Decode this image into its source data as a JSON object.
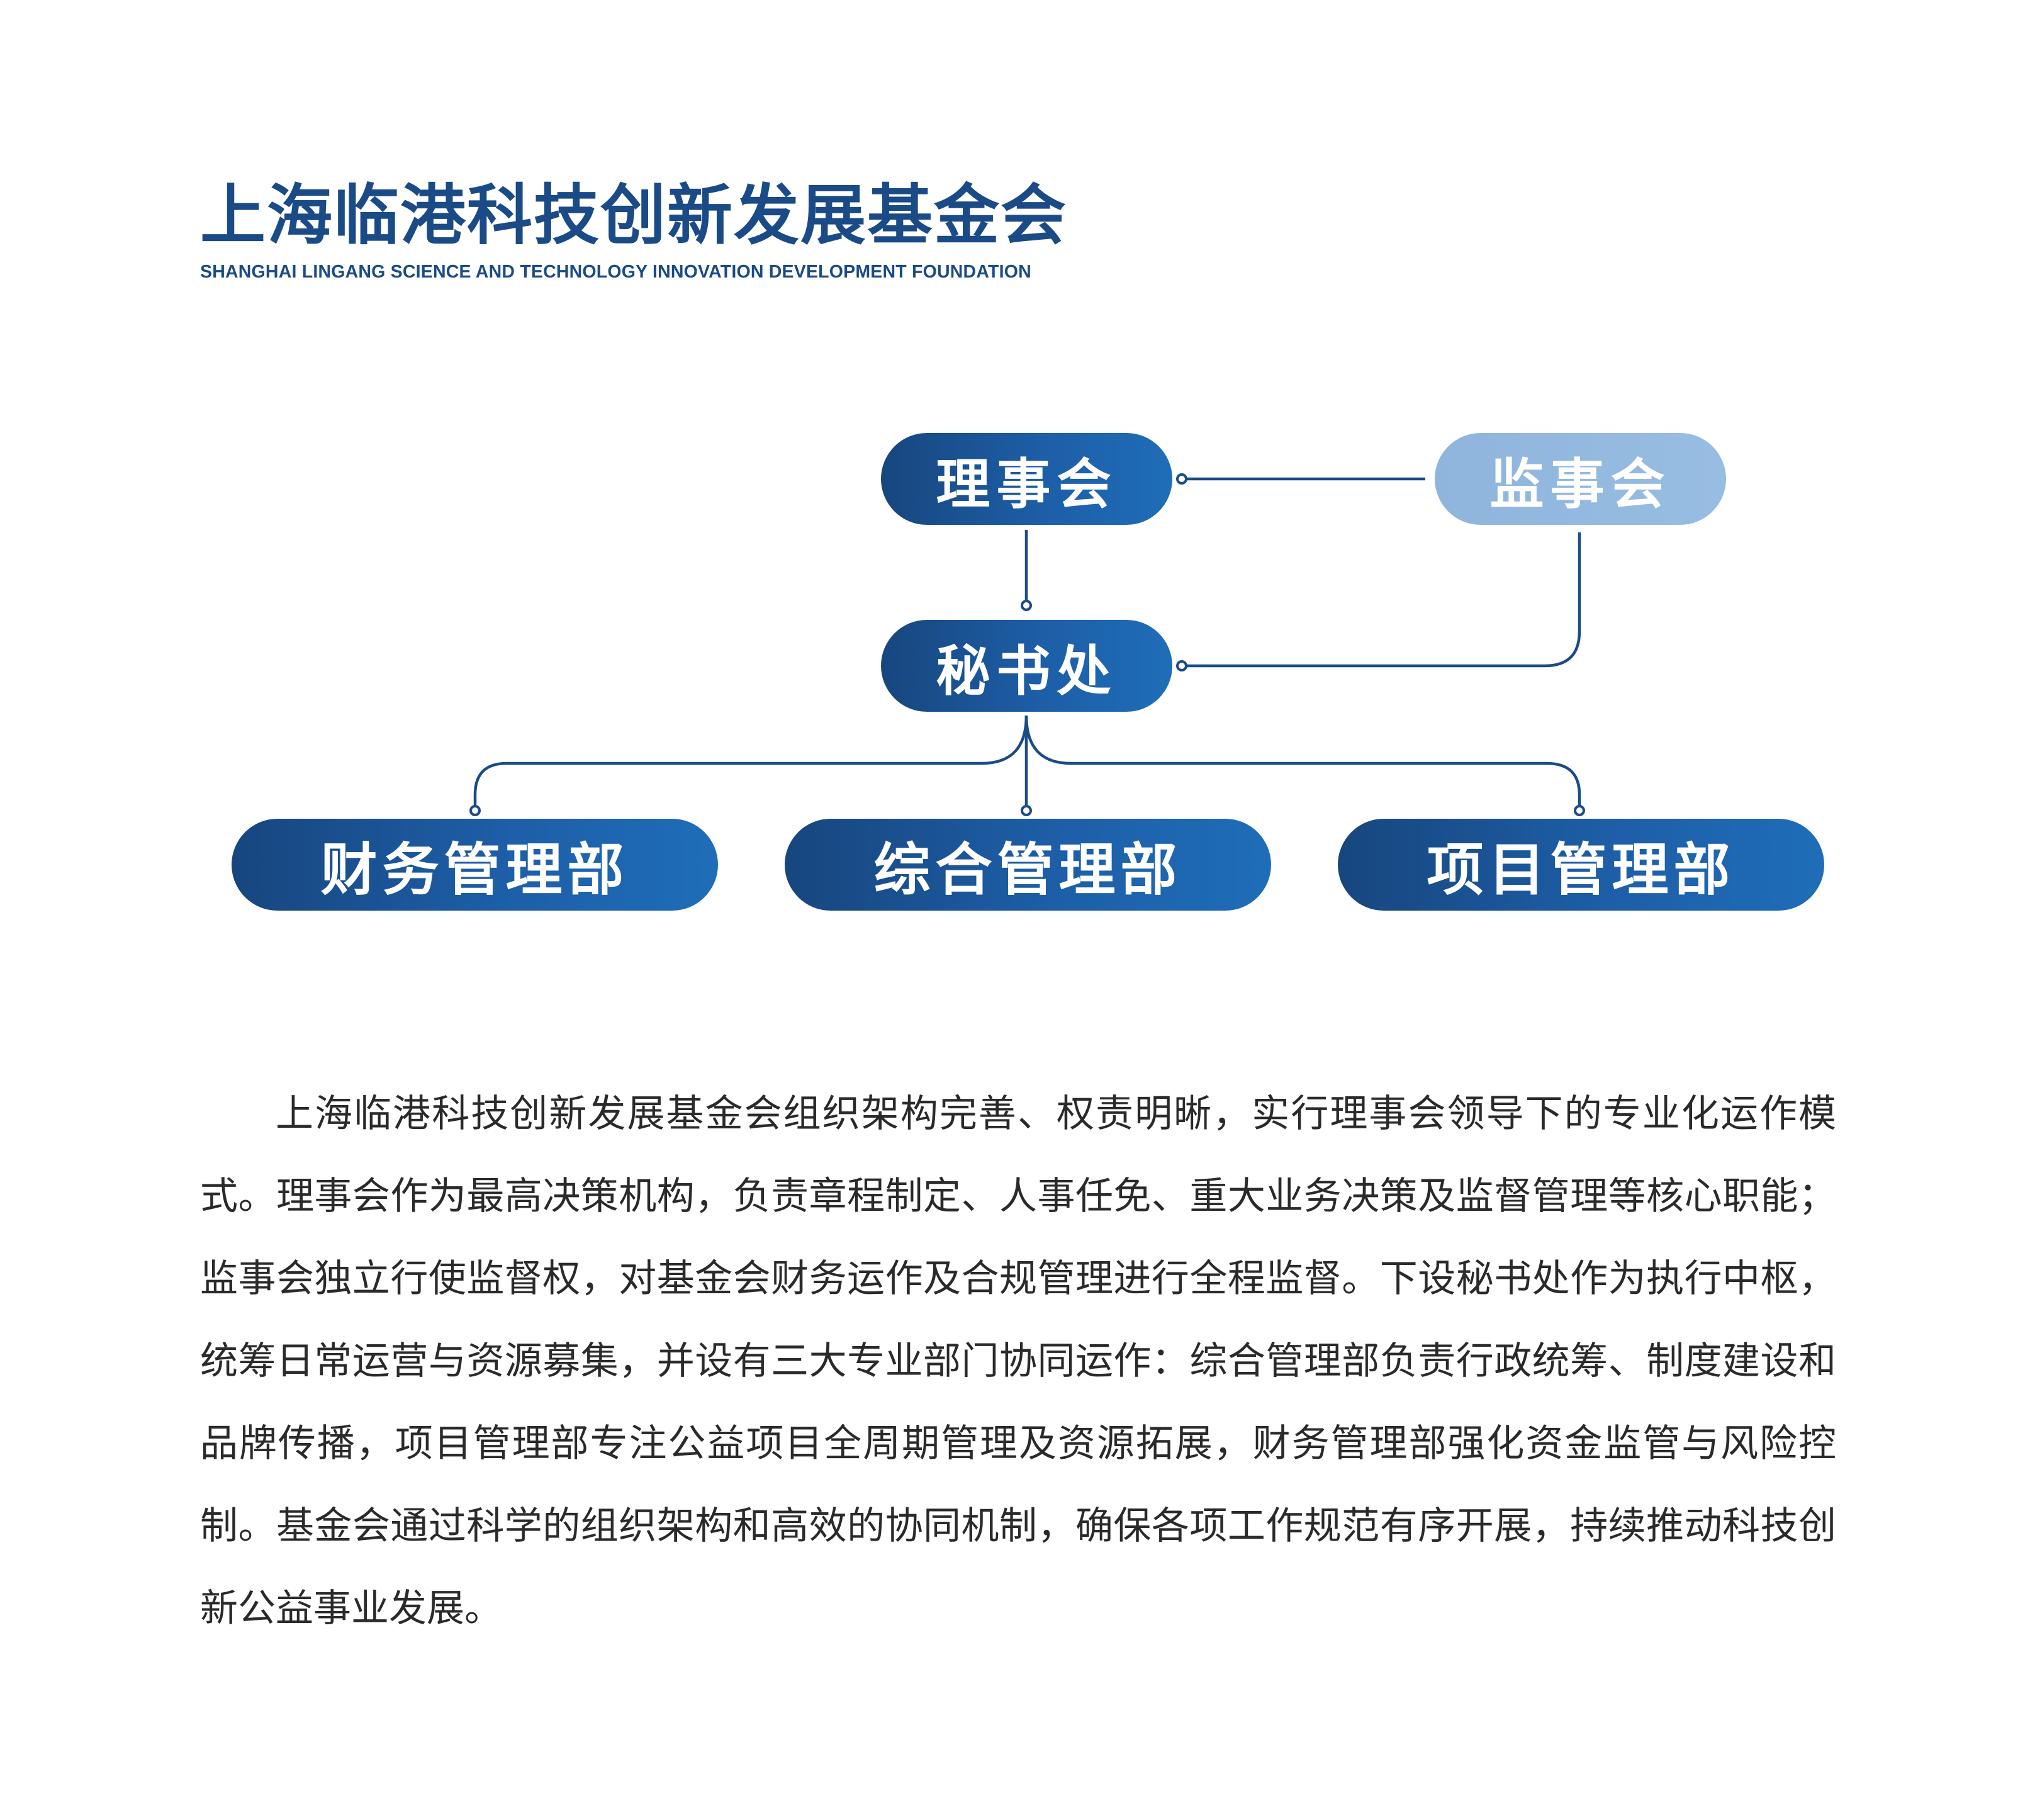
{
  "header": {
    "title_cn": "上海临港科技创新发展基金会",
    "title_en": "SHANGHAI LINGANG SCIENCE AND TECHNOLOGY INNOVATION DEVELOPMENT FOUNDATION"
  },
  "org_chart": {
    "board": "理事会",
    "supervisors": "监事会",
    "secretariat": "秘书处",
    "departments": [
      "财务管理部",
      "综合管理部",
      "项目管理部"
    ]
  },
  "colors": {
    "primary": "#1b4b86",
    "node_gradient_start": "#17467e",
    "node_gradient_end": "#1f6db8",
    "supervisor_fill": "#93b9df",
    "connector": "#1b4b86",
    "text": "#2a2a2a"
  },
  "description": "上海临港科技创新发展基金会组织架构完善、权责明晰，实行理事会领导下的专业化运作模式。理事会作为最高决策机构，负责章程制定、人事任免、重大业务决策及监督管理等核心职能；监事会独立行使监督权，对基金会财务运作及合规管理进行全程监督。下设秘书处作为执行中枢，统筹日常运营与资源募集，并设有三大专业部门协同运作：综合管理部负责行政统筹、制度建设和品牌传播，项目管理部专注公益项目全周期管理及资源拓展，财务管理部强化资金监管与风险控制。基金会通过科学的组织架构和高效的协同机制，确保各项工作规范有序开展，持续推动科技创新公益事业发展。"
}
